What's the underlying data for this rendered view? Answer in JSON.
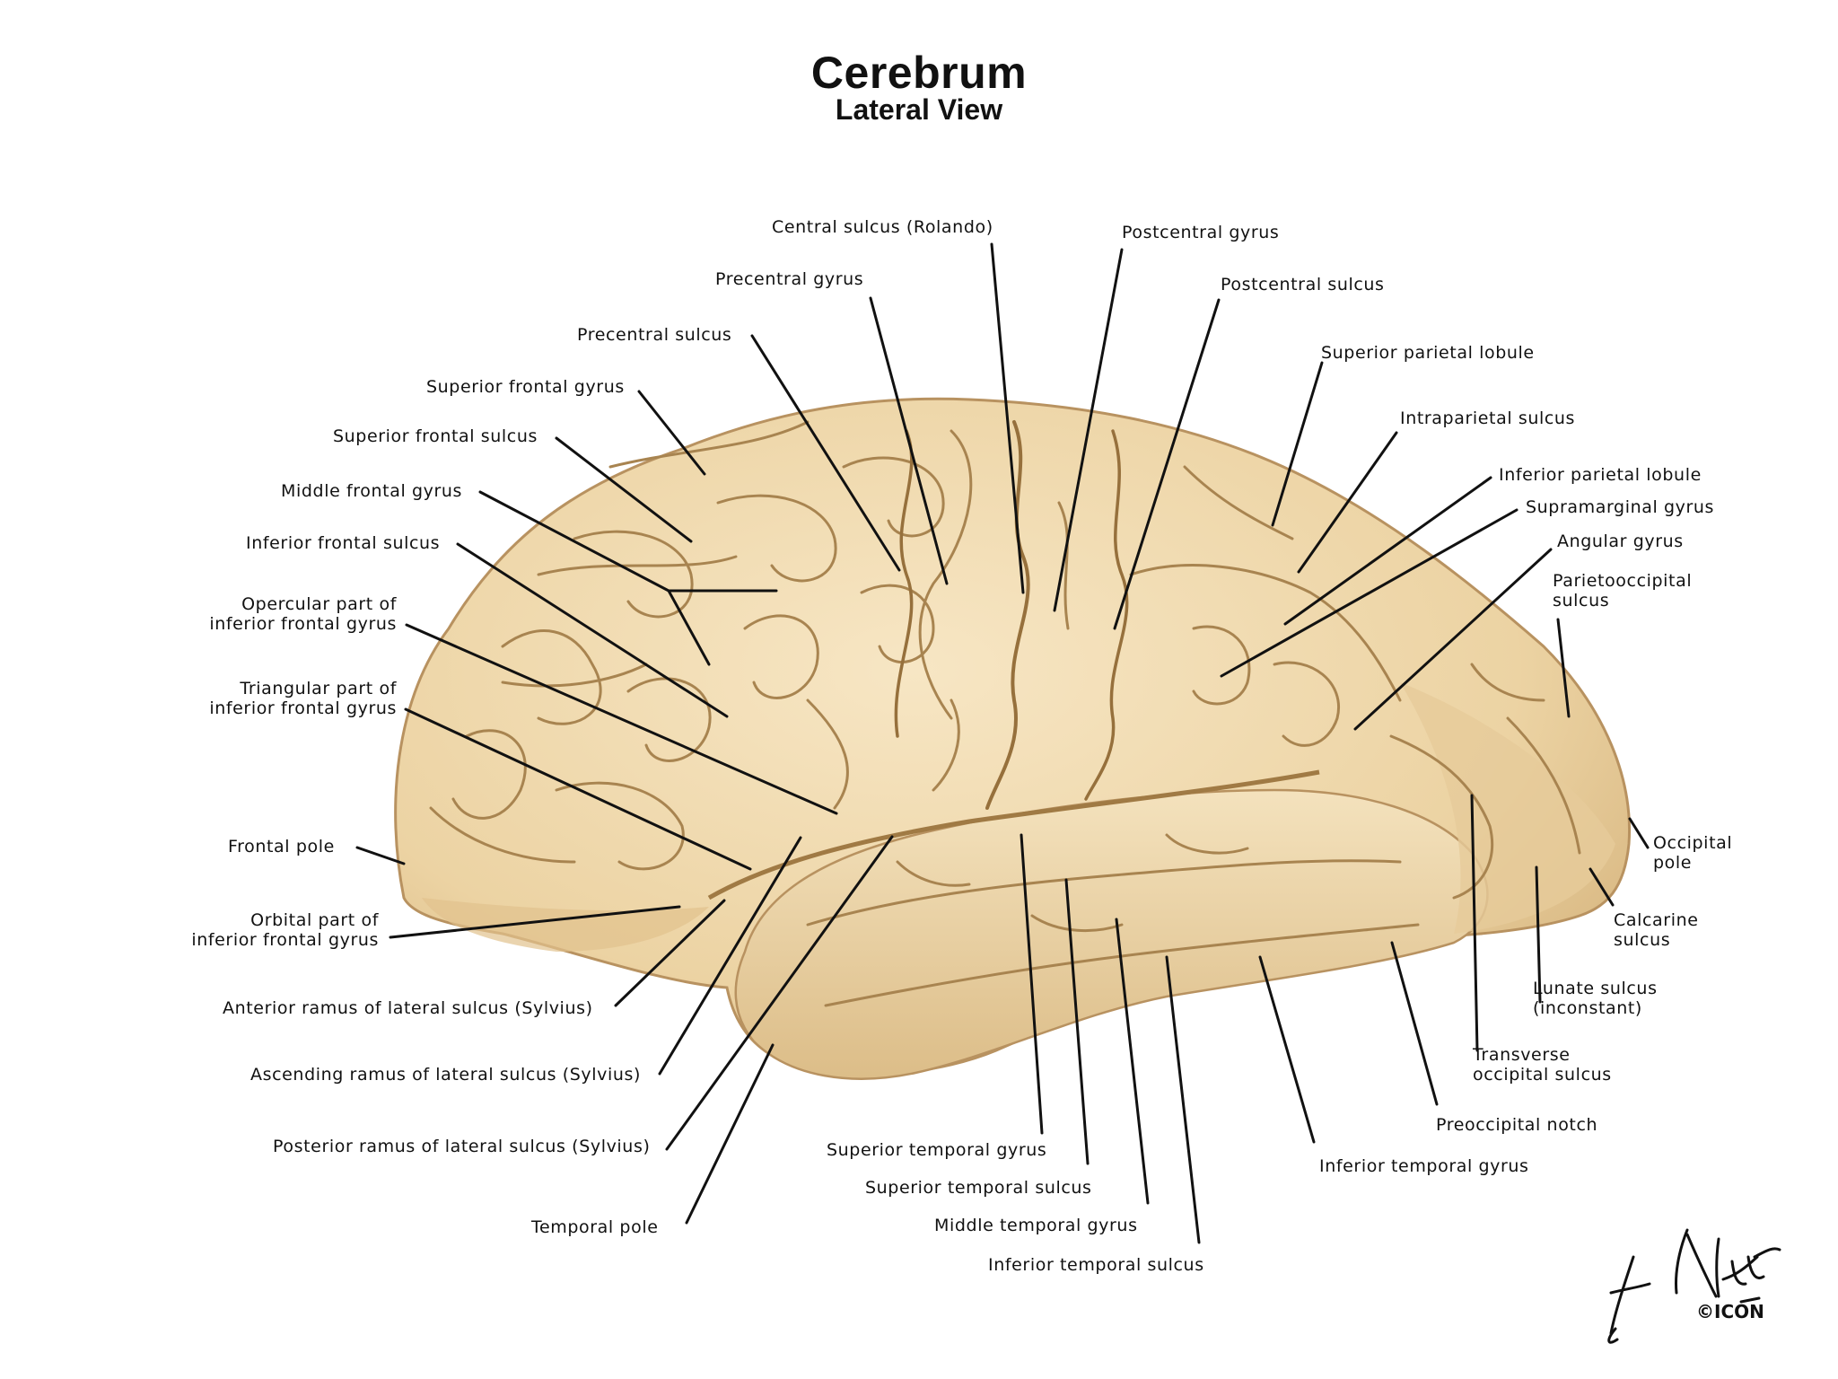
{
  "title": "Cerebrum",
  "subtitle": "Lateral View",
  "signature": "F. Netter M.D. © ICON",
  "colors": {
    "cortex_base": "#ecd3a3",
    "cortex_light": "#f5e4c0",
    "cortex_shadow": "#c9a46a",
    "sulcus_line": "#a07a44",
    "leader_line": "#111111",
    "text": "#111111"
  },
  "labels": {
    "central_sulcus": "Central sulcus (Rolando)",
    "postcentral_gyrus": "Postcentral gyrus",
    "precentral_gyrus": "Precentral gyrus",
    "postcentral_sulcus": "Postcentral sulcus",
    "precentral_sulcus": "Precentral sulcus",
    "superior_parietal_lobule": "Superior parietal lobule",
    "superior_frontal_gyrus": "Superior frontal gyrus",
    "intraparietal_sulcus": "Intraparietal sulcus",
    "superior_frontal_sulcus": "Superior frontal sulcus",
    "inferior_parietal_lobule": "Inferior parietal lobule",
    "supramarginal_gyrus": "Supramarginal gyrus",
    "middle_frontal_gyrus": "Middle frontal gyrus",
    "angular_gyrus": "Angular gyrus",
    "inferior_frontal_sulcus": "Inferior frontal sulcus",
    "parietooccipital_sulcus": "Parietooccipital\nsulcus",
    "opercular_part": "Opercular part of\ninferior frontal gyrus",
    "triangular_part": "Triangular part of\ninferior frontal gyrus",
    "frontal_pole": "Frontal pole",
    "occipital_pole": "Occipital\npole",
    "orbital_part": "Orbital part of\ninferior frontal gyrus",
    "calcarine_sulcus": "Calcarine\nsulcus",
    "lunate_sulcus": "Lunate sulcus\n(inconstant)",
    "anterior_ramus": "Anterior ramus of lateral sulcus (Sylvius)",
    "transverse_occipital_sulcus": "Transverse\noccipital sulcus",
    "ascending_ramus": "Ascending ramus of lateral sulcus (Sylvius)",
    "preoccipital_notch": "Preoccipital notch",
    "posterior_ramus": "Posterior ramus of lateral sulcus (Sylvius)",
    "superior_temporal_gyrus": "Superior temporal gyrus",
    "inferior_temporal_gyrus": "Inferior temporal gyrus",
    "superior_temporal_sulcus": "Superior temporal sulcus",
    "temporal_pole": "Temporal pole",
    "middle_temporal_gyrus": "Middle temporal gyrus",
    "inferior_temporal_sulcus": "Inferior temporal sulcus"
  }
}
